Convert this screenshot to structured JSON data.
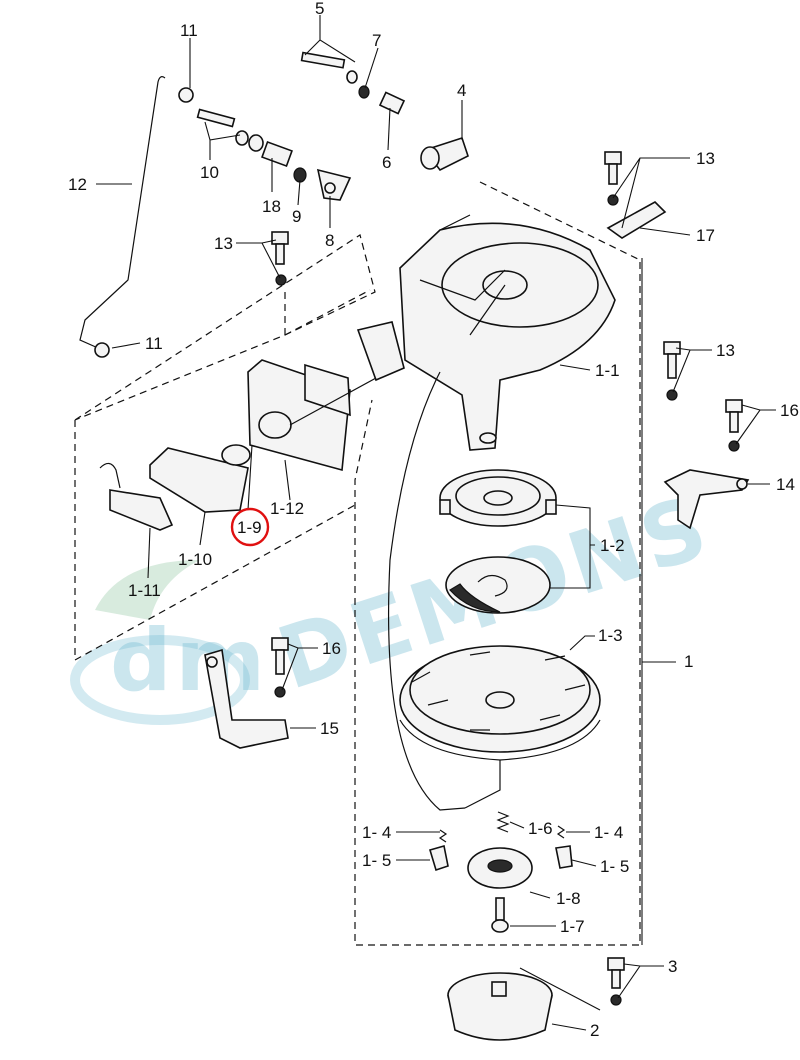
{
  "watermark": {
    "text": "DEMONS",
    "logo_text": "dm",
    "color": "#6cb8d0"
  },
  "highlight": {
    "label": "1-9",
    "color": "#e01010"
  },
  "labels": {
    "p11a": "11",
    "p5": "5",
    "p7": "7",
    "p4": "4",
    "p12": "12",
    "p10": "10",
    "p18": "18",
    "p9": "9",
    "p6": "6",
    "p8": "8",
    "p13a": "13",
    "p17": "17",
    "p13b": "13",
    "p11b": "11",
    "p1_1": "1-1",
    "p16a": "16",
    "p14": "14",
    "p1_12": "1-12",
    "p1_9": "1-9",
    "p1_10": "1-10",
    "p1_2": "1-2",
    "p1_11": "1-11",
    "p1_3": "1-3",
    "p1": "1",
    "p16b": "16",
    "p15": "15",
    "p1_4a": "1- 4",
    "p1_6": "1-6",
    "p1_4b": "1- 4",
    "p1_5a": "1- 5",
    "p1_5b": "1- 5",
    "p1_8": "1-8",
    "p1_7": "1-7",
    "p3": "3",
    "p2": "2"
  }
}
